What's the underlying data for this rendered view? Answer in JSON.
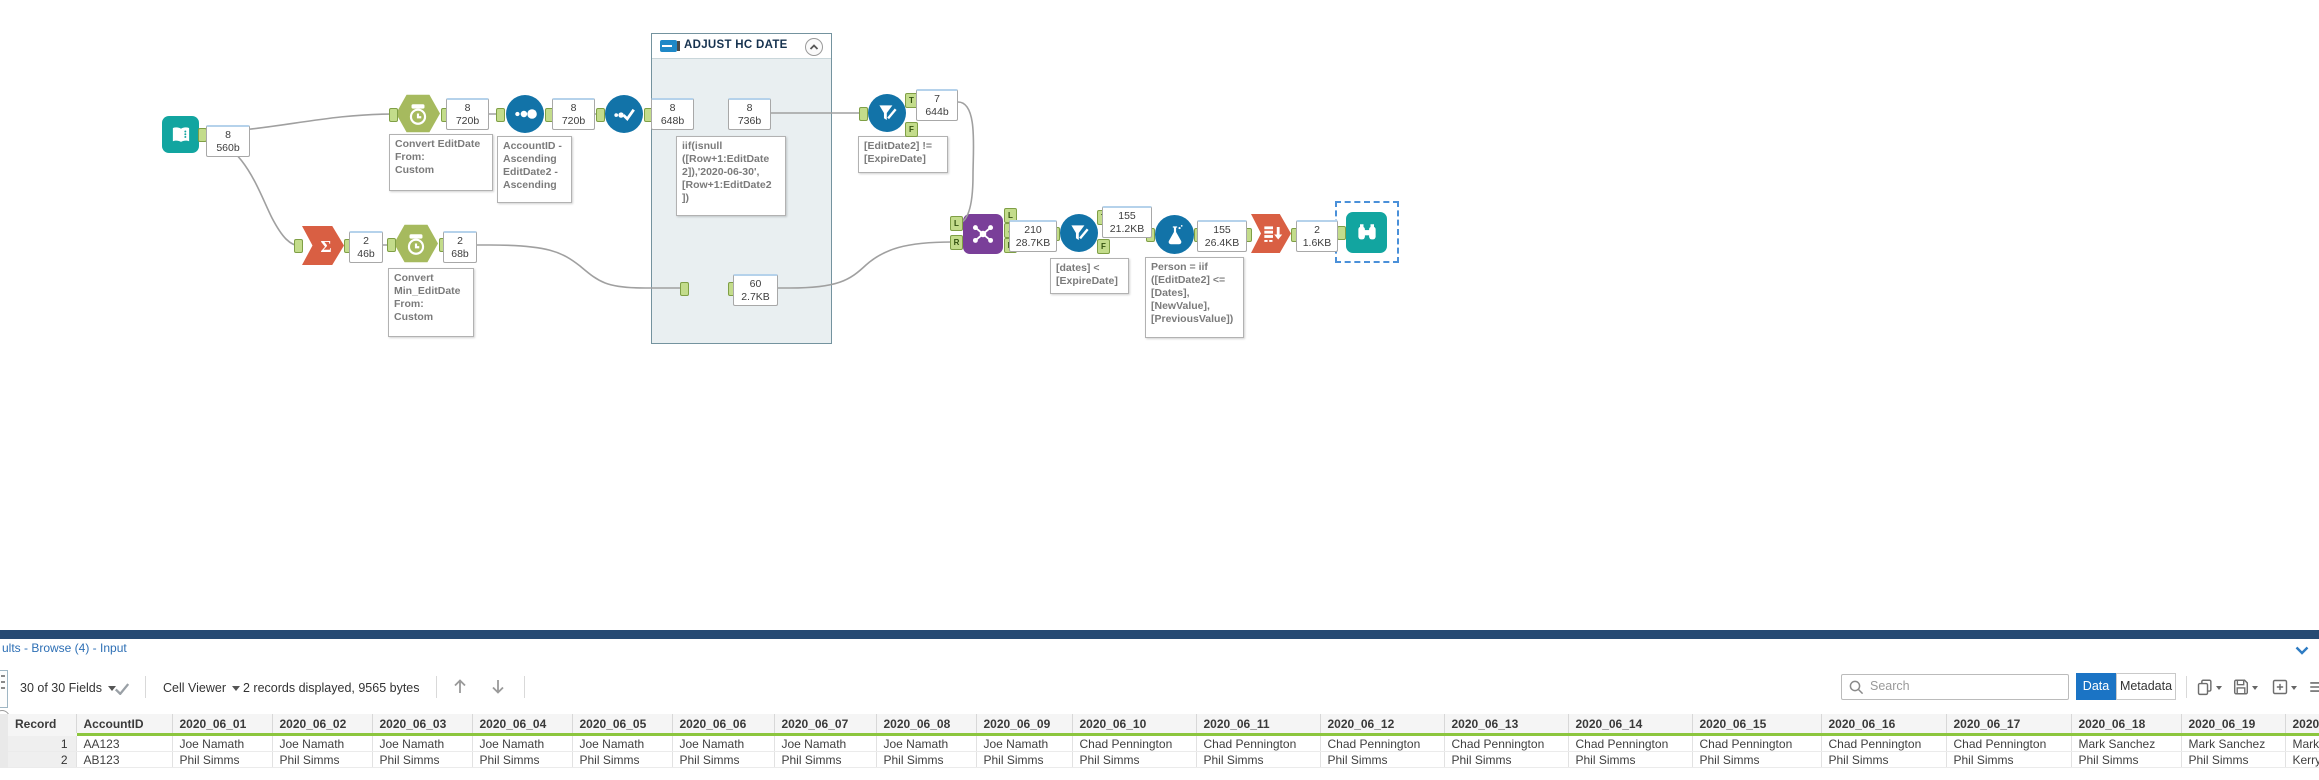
{
  "workflow": {
    "container_title": "ADJUST HC DATE",
    "badges": {
      "input": {
        "count": "8",
        "size": "560b"
      },
      "datetime1": {
        "count": "8",
        "size": "720b"
      },
      "sort": {
        "count": "8",
        "size": "720b"
      },
      "unique": {
        "count": "8",
        "size": "648b"
      },
      "multirow": {
        "count": "8",
        "size": "736b"
      },
      "filter1": {
        "count": "7",
        "size": "644b"
      },
      "summarize": {
        "count": "2",
        "size": "46b"
      },
      "datetime2": {
        "count": "2",
        "size": "68b"
      },
      "genrows": {
        "count": "60",
        "size": "2.7KB"
      },
      "join": {
        "count": "210",
        "size": "28.7KB"
      },
      "filter2": {
        "count": "155",
        "size": "21.2KB"
      },
      "formula": {
        "count": "155",
        "size": "26.4KB"
      },
      "crosstab": {
        "count": "2",
        "size": "1.6KB"
      }
    },
    "annotations": {
      "datetime1": "Convert EditDate\nFrom:\nCustom",
      "sort": "AccountID -\nAscending\nEditDate2 -\nAscending",
      "multirow": "iif(isnull\n([Row+1:EditDate\n2]),'2020-06-30',\n[Row+1:EditDate2\n])",
      "filter1": "[EditDate2] !=\n[ExpireDate]",
      "filter2": "[dates] <\n[ExpireDate]",
      "formula": "Person = iif\n([EditDate2] <=\n[Dates],\n[NewValue],\n[PreviousValue])",
      "datetime2": "Convert\nMin_EditDate\nFrom:\nCustom"
    },
    "anchor_labels": {
      "t": "T",
      "f": "F",
      "l": "L",
      "j": "J",
      "r": "R"
    }
  },
  "results": {
    "panel_title": "ults - Browse (4) - Input",
    "toolbar": {
      "fields": "30 of 30 Fields",
      "cell_viewer": "Cell Viewer",
      "records_info": "2 records displayed, 9565 bytes",
      "search_placeholder": "Search",
      "data_btn": "Data",
      "metadata_btn": "Metadata"
    },
    "icons": {
      "search": "magnifier",
      "fields_check": "checkmark",
      "nav_up": "arrow-up",
      "nav_down": "arrow-down",
      "copy": "copy-pages",
      "save": "floppy-disk",
      "new_window": "plus-square",
      "menu": "hamburger",
      "collapse_panel": "chevron-down",
      "container_collapse": "chevron-up"
    },
    "table": {
      "columns": [
        "Record",
        "AccountID",
        "2020_06_01",
        "2020_06_02",
        "2020_06_03",
        "2020_06_04",
        "2020_06_05",
        "2020_06_06",
        "2020_06_07",
        "2020_06_08",
        "2020_06_09",
        "2020_06_10",
        "2020_06_11",
        "2020_06_12",
        "2020_06_13",
        "2020_06_14",
        "2020_06_15",
        "2020_06_16",
        "2020_06_17",
        "2020_06_18",
        "2020_06_19",
        "2020_"
      ],
      "rows": [
        {
          "cells": [
            "1",
            "AA123",
            "Joe Namath",
            "Joe Namath",
            "Joe Namath",
            "Joe Namath",
            "Joe Namath",
            "Joe Namath",
            "Joe Namath",
            "Joe Namath",
            "Joe Namath",
            "Chad Pennington",
            "Chad Pennington",
            "Chad Pennington",
            "Chad Pennington",
            "Chad Pennington",
            "Chad Pennington",
            "Chad Pennington",
            "Chad Pennington",
            "Mark Sanchez",
            "Mark Sanchez",
            "Mark"
          ]
        },
        {
          "cells": [
            "2",
            "AB123",
            "Phil Simms",
            "Phil Simms",
            "Phil Simms",
            "Phil Simms",
            "Phil Simms",
            "Phil Simms",
            "Phil Simms",
            "Phil Simms",
            "Phil Simms",
            "Phil Simms",
            "Phil Simms",
            "Phil Simms",
            "Phil Simms",
            "Phil Simms",
            "Phil Simms",
            "Phil Simms",
            "Phil Simms",
            "Phil Simms",
            "Phil Simms",
            "Kerry"
          ]
        }
      ]
    }
  }
}
